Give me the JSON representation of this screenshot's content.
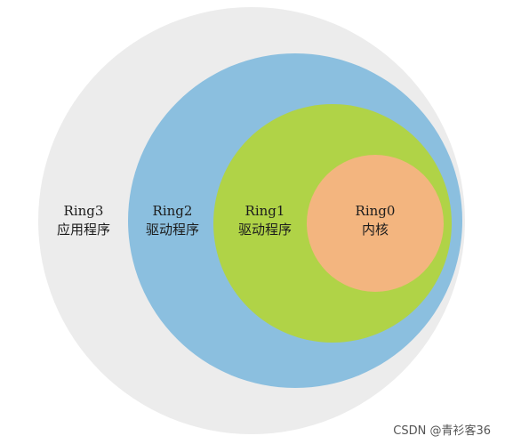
{
  "rings": [
    {
      "name": "Ring3",
      "desc": "应用程序",
      "color": "#ececec"
    },
    {
      "name": "Ring2",
      "desc": "驱动程序",
      "color": "#8bbfdf"
    },
    {
      "name": "Ring1",
      "desc": "驱动程序",
      "color": "#b0d347"
    },
    {
      "name": "Ring0",
      "desc": "内核",
      "color": "#f3b57f"
    }
  ],
  "watermark": "CSDN @青衫客36"
}
